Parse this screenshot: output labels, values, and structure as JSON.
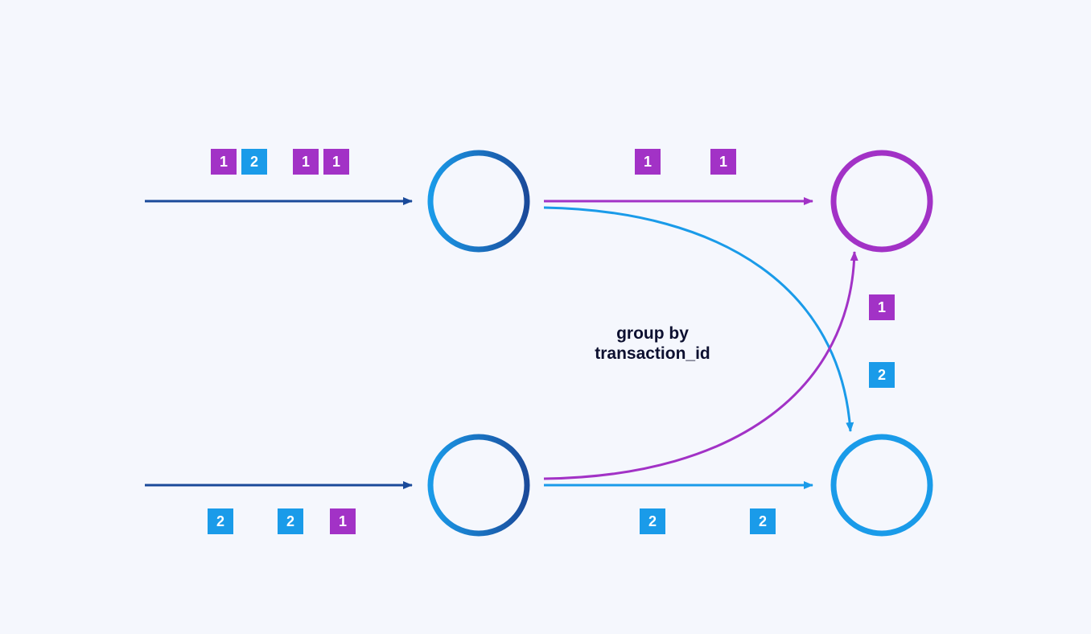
{
  "caption": {
    "line1": "group by",
    "line2": "transaction_id"
  },
  "colors": {
    "background": "#f5f7fd",
    "purple": "#a232c6",
    "blue": "#1a9be9",
    "navy": "#1a4a9a",
    "text": "#0d1030"
  },
  "records": {
    "input_top": [
      "1",
      "2",
      "1",
      "1"
    ],
    "input_bottom": [
      "2",
      "2",
      "1"
    ],
    "out_top_to_purple": [
      "1",
      "1"
    ],
    "out_bottom_to_blue": [
      "2",
      "2"
    ],
    "cross_to_purple": [
      "1"
    ],
    "cross_to_blue": [
      "2"
    ]
  }
}
